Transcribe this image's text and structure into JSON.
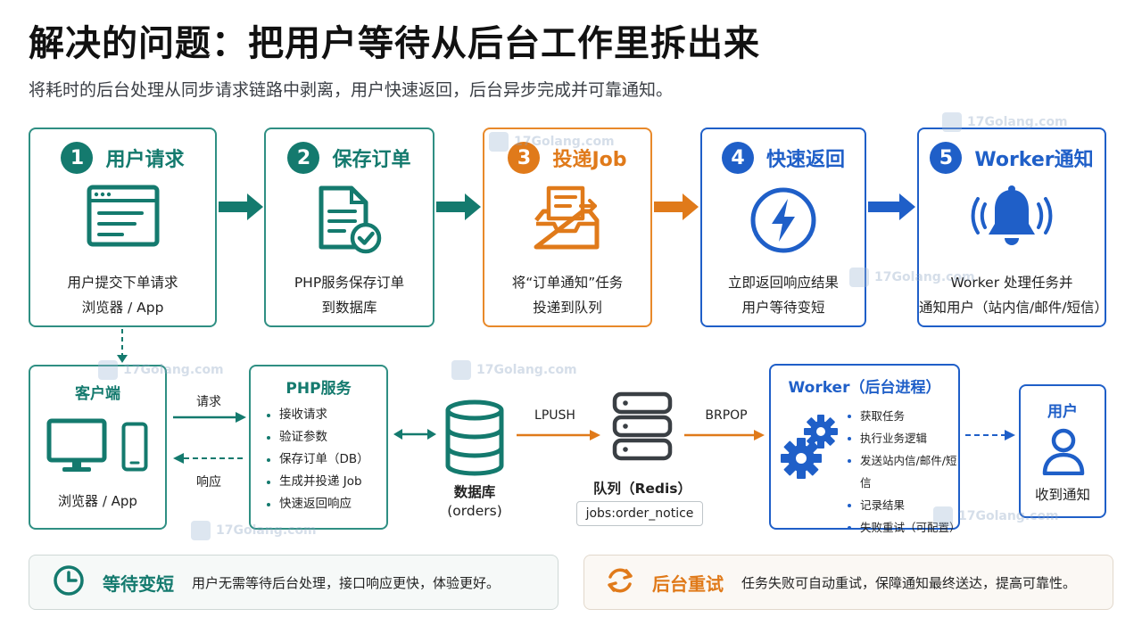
{
  "header": {
    "title": "解决的问题：把用户等待从后台工作里拆出来",
    "subtitle": "将耗时的后台处理从同步请求链路中剥离，用户快速返回，后台异步完成并可靠通知。"
  },
  "steps": [
    {
      "num": "1",
      "title": "用户请求",
      "line1": "用户提交下单请求",
      "line2": "浏览器 / App",
      "icon": "browser-window-icon"
    },
    {
      "num": "2",
      "title": "保存订单",
      "line1": "PHP服务保存订单",
      "line2": "到数据库",
      "icon": "document-check-icon"
    },
    {
      "num": "3",
      "title": "投递Job",
      "line1": "将“订单通知”任务",
      "line2": "投递到队列",
      "icon": "inbox-tray-icon"
    },
    {
      "num": "4",
      "title": "快速返回",
      "line1": "立即返回响应结果",
      "line2": "用户等待变短",
      "icon": "lightning-icon"
    },
    {
      "num": "5",
      "title": "Worker通知",
      "line1": "Worker 处理任务并",
      "line2": "通知用户（站内信/邮件/短信）",
      "icon": "bell-icon"
    }
  ],
  "client": {
    "title": "客户端",
    "caption": "浏览器 / App",
    "request": "请求",
    "response": "响应"
  },
  "php": {
    "title": "PHP服务",
    "items": [
      "接收请求",
      "验证参数",
      "保存订单（DB）",
      "生成并投递 Job",
      "快速返回响应"
    ]
  },
  "db": {
    "title": "数据库",
    "sub": "(orders)"
  },
  "queue": {
    "lpush": "LPUSH",
    "brpop": "BRPOP",
    "title": "队列（Redis）",
    "key": "jobs:order_notice"
  },
  "worker": {
    "title": "Worker（后台进程）",
    "items": [
      "获取任务",
      "执行业务逻辑",
      "发送站内信/邮件/短信",
      "记录结果",
      "失败重试（可配置）"
    ]
  },
  "user": {
    "title": "用户",
    "caption": "收到通知"
  },
  "benefits": [
    {
      "title": "等待变短",
      "text": "用户无需等待后台处理，接口响应更快，体验更好。",
      "icon": "clock-icon"
    },
    {
      "title": "后台重试",
      "text": "任务失败可自动重试，保障通知最终送达，提高可靠性。",
      "icon": "refresh-icon"
    }
  ],
  "watermark": "17Golang.com",
  "colors": {
    "teal": "#147a6e",
    "orange": "#e07a1a",
    "blue": "#1f5fc8"
  }
}
